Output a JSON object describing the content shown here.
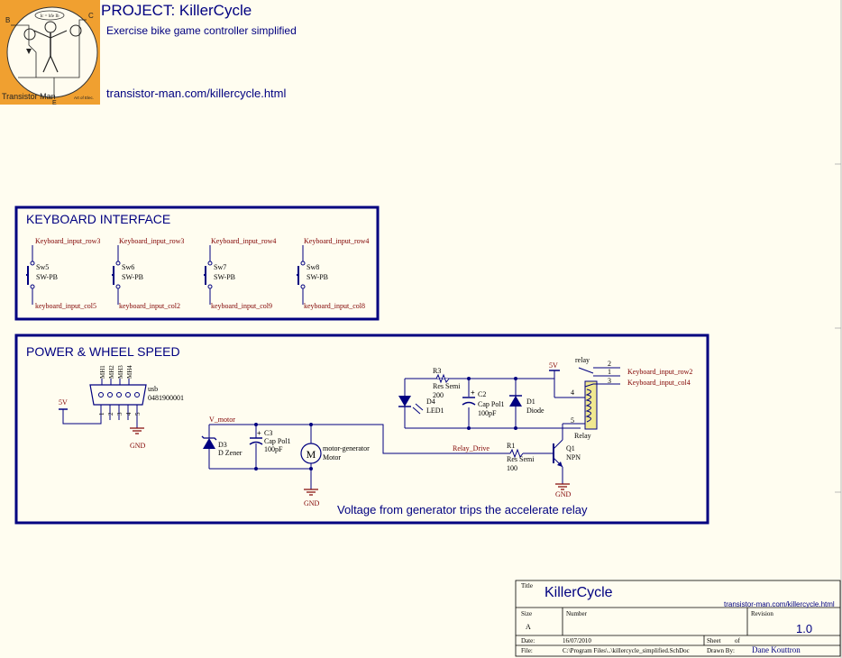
{
  "header": {
    "project_title": "PROJECT: KillerCycle",
    "subtitle": "Exercise bike game controller simplified",
    "url": "transistor-man.com/killercycle.html"
  },
  "logo": {
    "label_b": "B",
    "label_c": "C",
    "label_e": "E",
    "caption": "Transistor Man",
    "small_caption": "Art of Elec.",
    "formula": "Ic = hfe Ib",
    "colors": {
      "background": "#f0a030",
      "circle": "#fffcf0"
    }
  },
  "keyboard_section": {
    "title": "KEYBOARD INTERFACE",
    "switches": [
      {
        "designator": "Sw5",
        "part": "SW-PB",
        "top_net": "Keyboard_input_row3",
        "bottom_net": "keyboard_input_col5"
      },
      {
        "designator": "Sw6",
        "part": "SW-PB",
        "top_net": "Keyboard_input_row3",
        "bottom_net": "keyboard_input_col2"
      },
      {
        "designator": "Sw7",
        "part": "SW-PB",
        "top_net": "Keyboard_input_row4",
        "bottom_net": "keyboard_input_col9"
      },
      {
        "designator": "Sw8",
        "part": "SW-PB",
        "top_net": "Keyboard_input_row4",
        "bottom_net": "keyboard_input_col8"
      }
    ]
  },
  "power_section": {
    "title": "POWER & WHEEL SPEED",
    "note": "Voltage from generator trips the accelerate relay",
    "usb": {
      "name": "usb",
      "part": "0481900001",
      "mh_labels": [
        "MH1",
        "MH2",
        "MH3",
        "MH4"
      ],
      "pins": [
        "1",
        "2",
        "3",
        "4",
        "5"
      ],
      "supply": "5V",
      "gnd": "GND"
    },
    "v_motor": "V_motor",
    "d3": {
      "designator": "D3",
      "part": "D Zener"
    },
    "c3": {
      "designator": "C3",
      "part": "Cap Pol1",
      "value": "100pF"
    },
    "motor": {
      "symbol": "M",
      "name": "motor-generator",
      "part": "Motor",
      "gnd": "GND"
    },
    "relay_drive": "Relay_Drive",
    "r1": {
      "designator": "R1",
      "part": "Res Semi",
      "value": "100"
    },
    "q1": {
      "designator": "Q1",
      "part": "NPN",
      "gnd": "GND"
    },
    "r3": {
      "designator": "R3",
      "part": "Res Semi",
      "value": "200"
    },
    "c2": {
      "designator": "C2",
      "part": "Cap Pol1",
      "value": "100pF"
    },
    "d1": {
      "designator": "D1",
      "part": "Diode"
    },
    "d4": {
      "designator": "D4",
      "part": "LED1"
    },
    "supply_5v": "5V",
    "relay": {
      "name": "relay",
      "part": "Relay",
      "pins": [
        "2",
        "1",
        "3",
        "4",
        "5"
      ],
      "net_row2": "Keyboard_input_row2",
      "net_col4": "Keyboard_input_col4"
    }
  },
  "title_block": {
    "title_label": "Title",
    "title": "KillerCycle",
    "url": "transistor-man.com/killercycle.html",
    "size_label": "Size",
    "size": "A",
    "number_label": "Number",
    "revision_label": "Revision",
    "revision": "1.0",
    "date_label": "Date:",
    "date": "16/07/2010",
    "sheet_label": "Sheet",
    "of_label": "of",
    "file_label": "File:",
    "file": "C:\\Program Files\\..\\killercycle_simplified.SchDoc",
    "drawn_by_label": "Drawn By:",
    "drawn_by": "Dane Kouttron"
  },
  "colors": {
    "wire": "#000080",
    "net_label": "#800000",
    "section_border": "#000080",
    "component_fill": "#f0e890",
    "logo_orange": "#f0a030"
  }
}
